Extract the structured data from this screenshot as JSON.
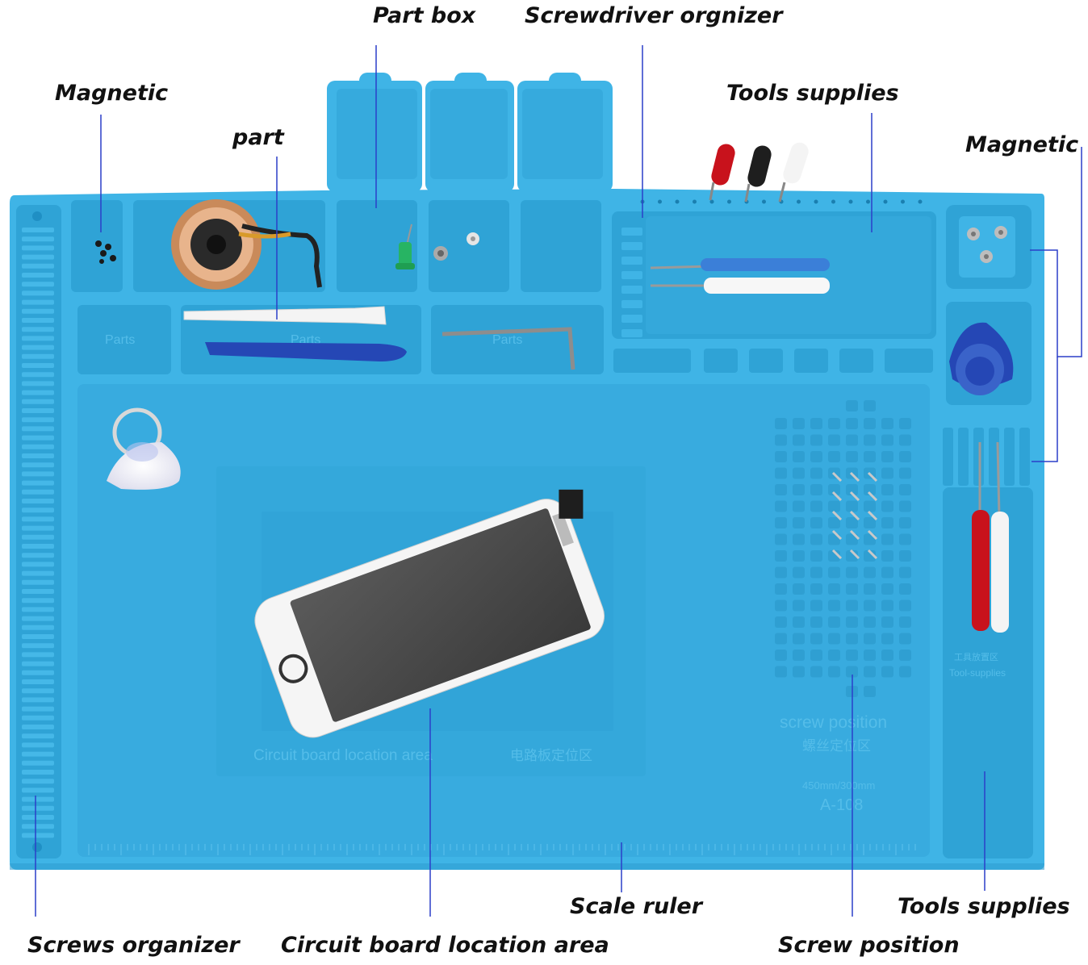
{
  "callouts": {
    "part_box": "Part box",
    "screwdriver_organizer": "Screwdriver orgnizer",
    "magnetic_left": "Magnetic",
    "part": "part",
    "tools_supplies_top": "Tools supplies",
    "magnetic_right": "Magnetic",
    "scale_ruler": "Scale ruler",
    "tools_supplies_bottom": "Tools supplies",
    "screws_organizer": "Screws organizer",
    "circuit_board_location_area": "Circuit board location area",
    "screw_position": "Screw position"
  },
  "mat_text": {
    "circuit_board_area": "Circuit board location area",
    "circuit_board_area_cn": "电路板定位区",
    "screw_position": "screw position",
    "screw_position_cn": "螺丝定位区",
    "size": "450mm/300mm",
    "model": "A-108",
    "tools_supplies": "Tool-supplies",
    "tools_supplies_cn": "工具放置区",
    "parts_1": "Parts",
    "parts_2": "Parts",
    "parts_3": "Parts"
  },
  "colors": {
    "mat": "#3fb4e6",
    "mat_dark": "#2f9fd2",
    "leader": "#2b3fc9",
    "phone_screen": "#4a4a4a",
    "red_handle": "#c8121c",
    "blue_tool": "#2547b5"
  }
}
